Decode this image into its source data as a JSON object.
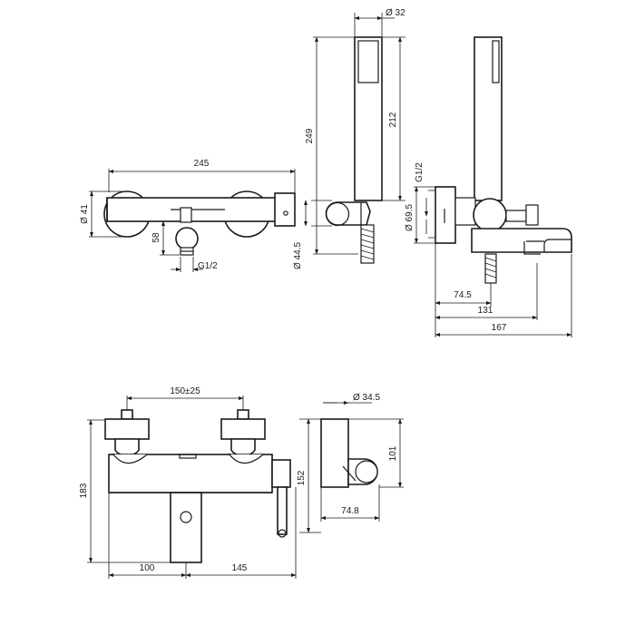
{
  "dims": {
    "top_front": {
      "width": "245",
      "dia_handle": "Ø 41",
      "height_58": "58",
      "thread": "G1/2"
    },
    "handshower": {
      "dia": "Ø 32",
      "len_249": "249",
      "len_212": "212",
      "dia_holder": "Ø 44.5"
    },
    "side": {
      "thread": "G1/2",
      "dia_695": "Ø 69.5",
      "d745": "74.5",
      "d131": "131",
      "d167": "167"
    },
    "bottom_front": {
      "spacing": "150±25",
      "height_183": "183",
      "left_100": "100",
      "right_145": "145"
    },
    "holder": {
      "dia_345": "Ø 34.5",
      "h101": "101",
      "h152": "152",
      "w748": "74.8"
    }
  },
  "icons": [
    "arrowhead-icon",
    "shower-nozzle-grid-icon",
    "hose-spiral-icon"
  ]
}
